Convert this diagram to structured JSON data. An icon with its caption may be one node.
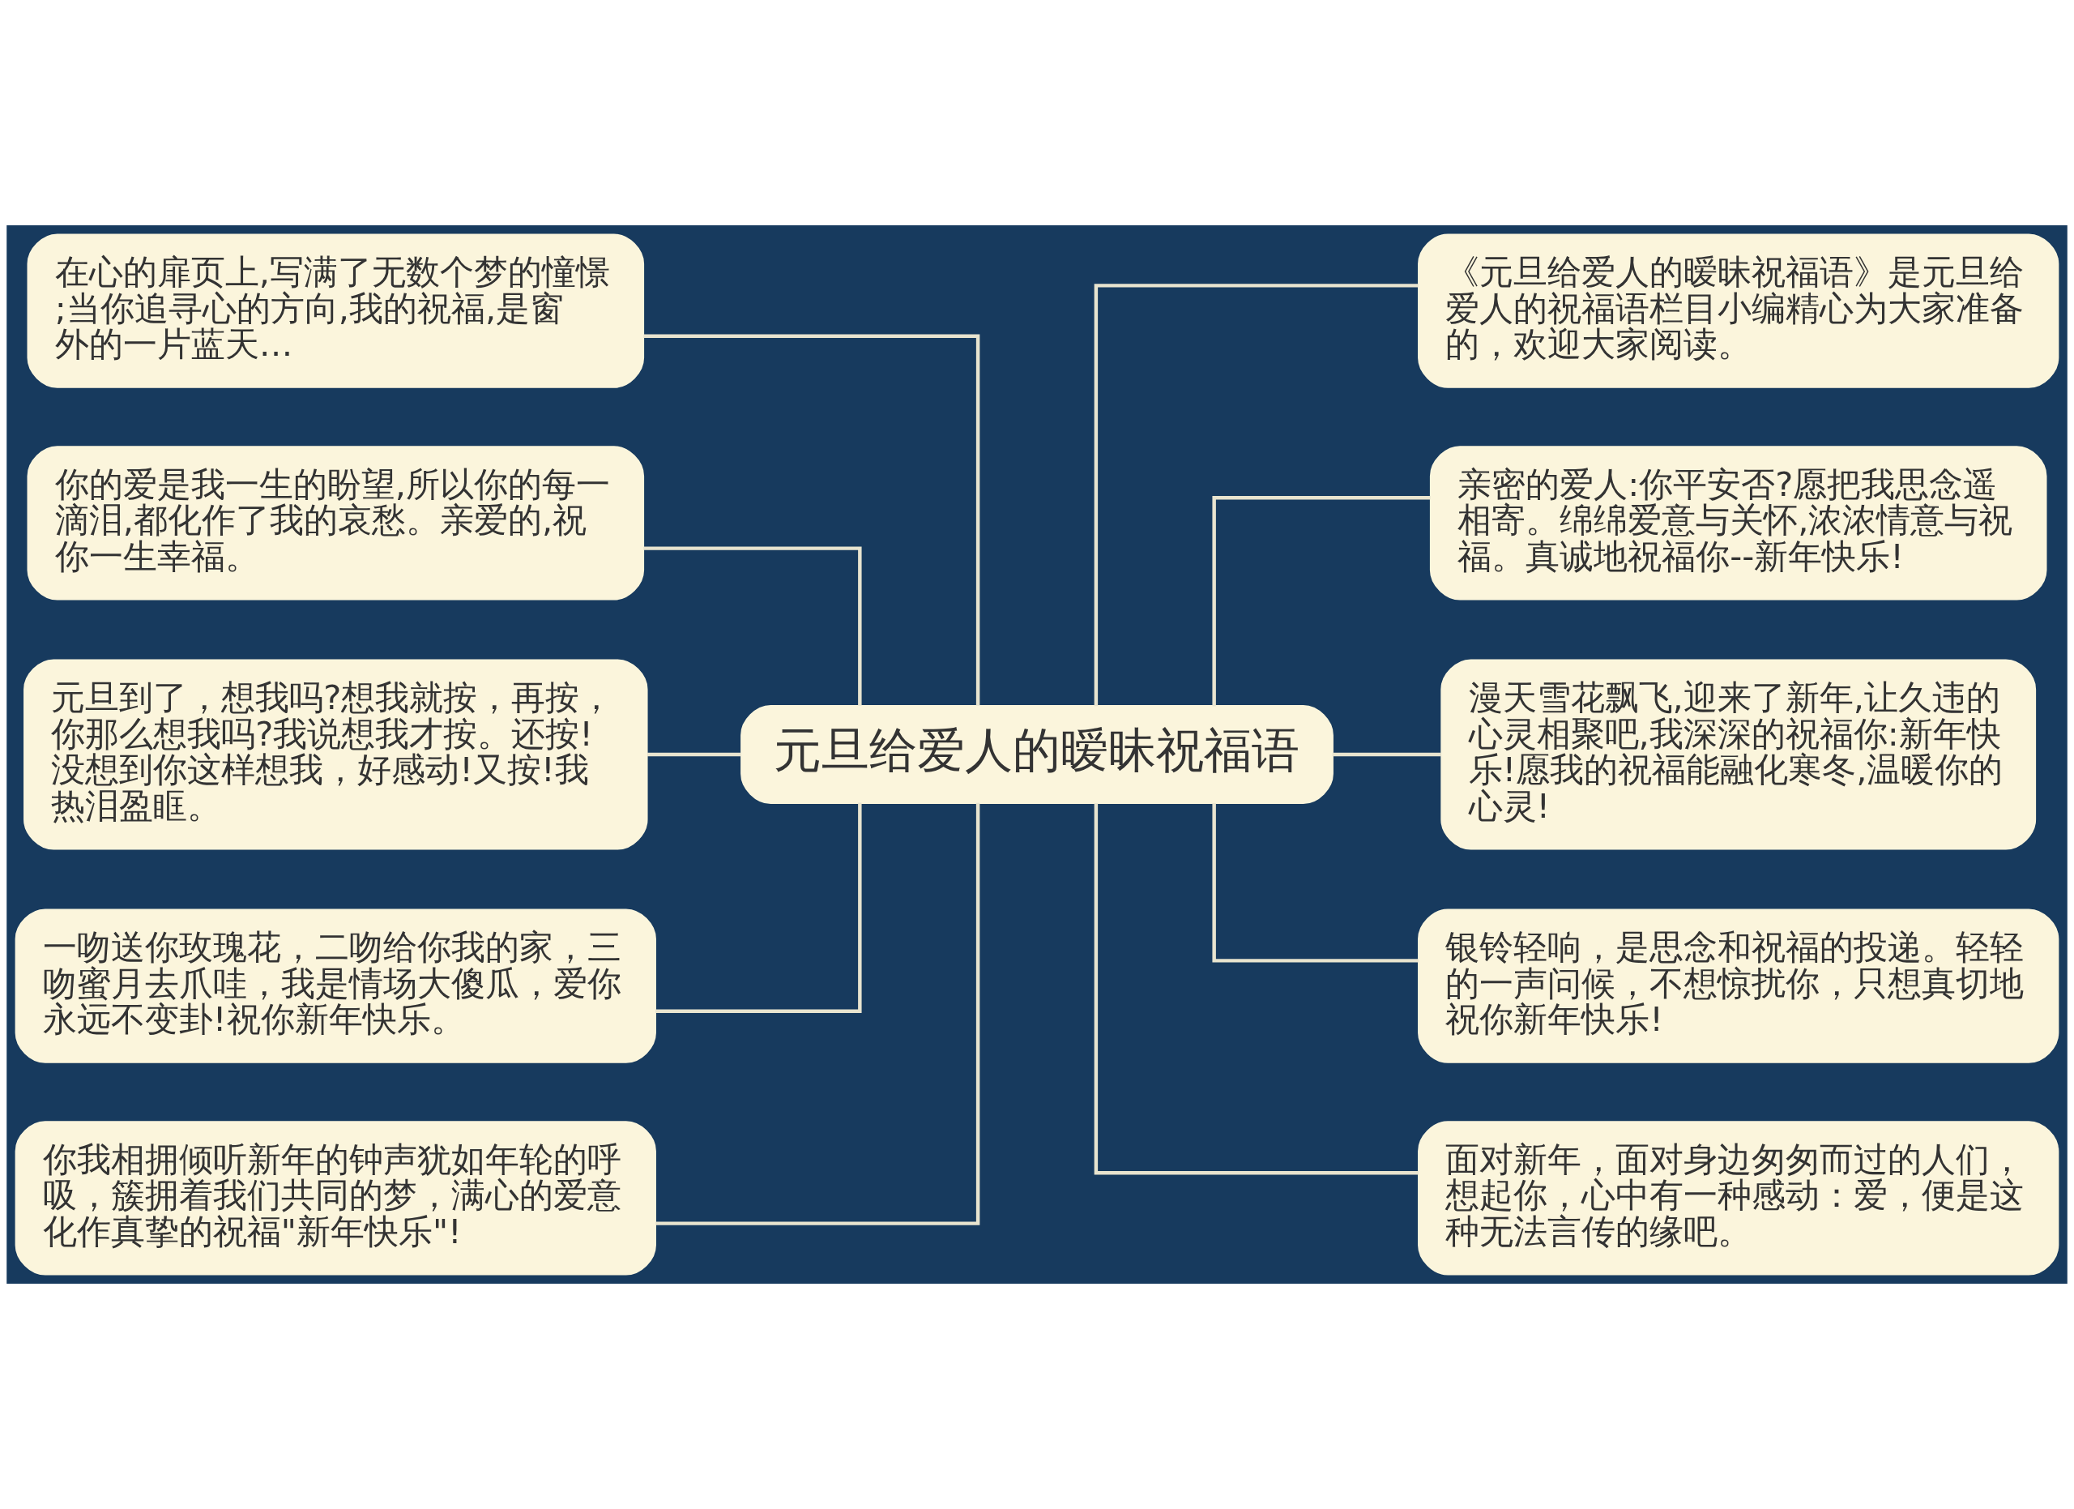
{
  "diagram": {
    "nodes": [
      {
        "text": [
          "元旦给爱人的暧昧祝福语"
        ]
      },
      {
        "text": [
          "在心的扉页上,写满了无数个梦的憧憬;当你追寻心的方向,我的祝福,是窗外的一片蓝天…"
        ]
      },
      {
        "text": [
          "你的爱是我一生的盼望,所以你的每一滴泪,都化作了我的哀愁。亲爱的,祝你一生幸福。"
        ]
      },
      {
        "text": [
          "元旦到了，想我吗?想我就按，再按，你那么想我吗?我说想我才按。还按!没想到你这样想我，好感动!又按!我热泪盈眶。"
        ]
      },
      {
        "text": [
          "一吻送你玫瑰花，二吻给你我的家，三吻蜜月去爪哇，我是情场大傻瓜，爱你永远不变卦!祝你新年快乐。"
        ]
      },
      {
        "text": [
          "你我相拥倾听新年的钟声犹如年轮的呼吸，簇拥着我们共同的梦，满心的爱意化作真挚的祝福\"新年快乐\"!"
        ]
      },
      {
        "text": [
          "《元旦给爱人的暧昧祝福语》是元旦给爱人的祝福语栏目小编精心为大家准备的，欢迎大家阅读。"
        ]
      },
      {
        "text": [
          "亲密的爱人:你平安否?愿把我思念遥相寄。绵绵爱意与关怀,浓浓情意与祝福。真诚地祝福你--新年快乐!"
        ]
      },
      {
        "text": [
          "漫天雪花飘飞,迎来了新年,让久违的心灵相聚吧,我深深的祝福你:新年快乐!愿我的祝福能融化寒冬,温暖你的心灵!"
        ]
      },
      {
        "text": [
          "银铃轻响，是思念和祝福的投递。轻轻的一声问候，不想惊扰你，只想真切地祝你新年快乐!"
        ]
      },
      {
        "text": [
          "面对新年，面对身边匆匆而过的人们，想起你，心中有一种感动：爱，便是这种无法言传的缘吧。"
        ]
      }
    ],
    "edges": [
      {
        "from": 1,
        "to": 0,
        "arrow": "none"
      },
      {
        "from": 2,
        "to": 0,
        "arrow": "none"
      },
      {
        "from": 3,
        "to": 0,
        "arrow": "none"
      },
      {
        "from": 4,
        "to": 0,
        "arrow": "none"
      },
      {
        "from": 5,
        "to": 0,
        "arrow": "none"
      },
      {
        "from": 0,
        "to": 6,
        "arrow": "none"
      },
      {
        "from": 0,
        "to": 7,
        "arrow": "none"
      },
      {
        "from": 0,
        "to": 8,
        "arrow": "none"
      },
      {
        "from": 0,
        "to": 9,
        "arrow": "none"
      },
      {
        "from": 0,
        "to": 10,
        "arrow": "none"
      }
    ]
  }
}
